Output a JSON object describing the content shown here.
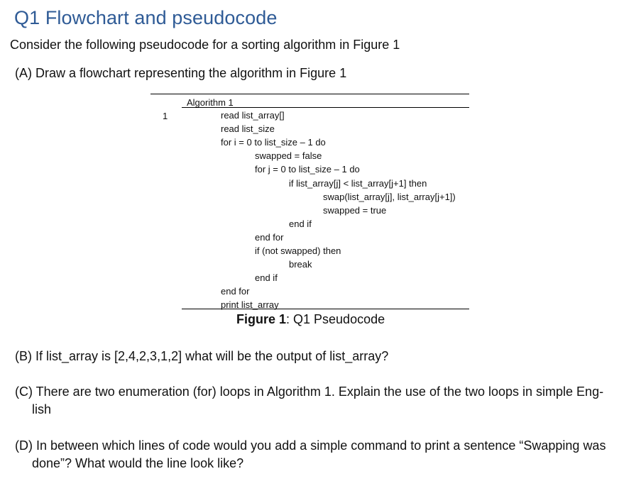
{
  "heading": "Q1 Flowchart and pseudocode",
  "intro": "Consider the following pseudocode for a sorting algorithm in Figure 1",
  "question_a": "(A) Draw a flowchart representing the algorithm in Figure 1",
  "algorithm": {
    "title": "Algorithm 1",
    "line_number": "1",
    "lines": [
      {
        "indent": 0,
        "text": "read list_array[]"
      },
      {
        "indent": 0,
        "text": "read list_size"
      },
      {
        "indent": 0,
        "text": "for i = 0 to list_size – 1 do"
      },
      {
        "indent": 1,
        "text": "swapped = false"
      },
      {
        "indent": 1,
        "text": "for j = 0 to list_size – 1 do"
      },
      {
        "indent": 2,
        "text": "if list_array[j] < list_array[j+1] then"
      },
      {
        "indent": 3,
        "text": "swap(list_array[j], list_array[j+1])"
      },
      {
        "indent": 3,
        "text": "swapped = true"
      },
      {
        "indent": 2,
        "text": "end if"
      },
      {
        "indent": 1,
        "text": "end for"
      },
      {
        "indent": 1,
        "text": "if (not swapped) then"
      },
      {
        "indent": 2,
        "text": "break"
      },
      {
        "indent": 1,
        "text": "end if"
      },
      {
        "indent": 0,
        "text": "end for"
      },
      {
        "indent": 0,
        "text": "print list_array"
      }
    ]
  },
  "caption": {
    "label": "Figure 1",
    "text": ": Q1 Pseudocode"
  },
  "question_b": "(B) If list_array is [2,4,2,3,1,2] what will be the output of list_array?",
  "question_c": {
    "line1": "(C) There are two enumeration (for) loops in Algorithm 1. Explain the use of the two loops in simple Eng-",
    "line2": "lish"
  },
  "question_d": {
    "line1": "(D) In between which lines of code would you add a simple command to print a sentence “Swapping was",
    "line2": "done”? What would the line look like?"
  }
}
